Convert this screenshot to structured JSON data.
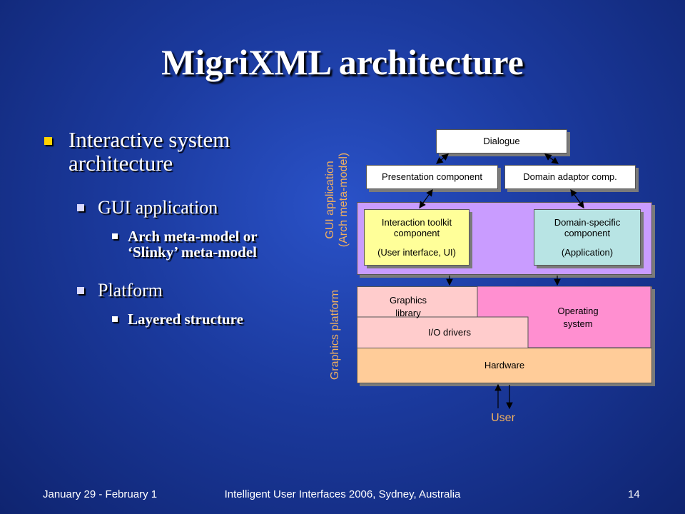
{
  "slide": {
    "title": "MigriXML architecture",
    "bullets": {
      "b1": "Interactive system architecture",
      "b2": "GUI application",
      "b3": "Arch meta-model or ‘Slinky’ meta-model",
      "b4": "Platform",
      "b5": "Layered structure"
    },
    "footer": {
      "left": "January 29 - February 1",
      "center": "Intelligent User Interfaces 2006, Sydney, Australia",
      "page": "14"
    }
  },
  "diagram": {
    "side_labels": {
      "gui_line1": "GUI application",
      "gui_line2": "(Arch meta-model)",
      "platform": "Graphics platform"
    },
    "dialogue": "Dialogue",
    "presentation": "Presentation component",
    "domain_adaptor": "Domain adaptor comp.",
    "interaction_toolkit_line1": "Interaction toolkit",
    "interaction_toolkit_line2": "component",
    "interaction_toolkit_line3": "(User interface, UI)",
    "domain_specific_line1": "Domain-specific",
    "domain_specific_line2": "component",
    "domain_specific_line3": "(Application)",
    "graphics_library_line1": "Graphics",
    "graphics_library_line2": "library",
    "io_drivers": "I/O drivers",
    "operating_system_line1": "Operating",
    "operating_system_line2": "system",
    "hardware": "Hardware",
    "user": "User",
    "colors": {
      "gui_layer": "#c99cff",
      "toolkit": "#ffff99",
      "domain_specific": "#b8e4e4",
      "graphics": "#ffcccc",
      "os": "#ff8fd0",
      "hardware": "#ffcc99",
      "side_label": "#f0b060",
      "user": "#f0b060"
    }
  }
}
